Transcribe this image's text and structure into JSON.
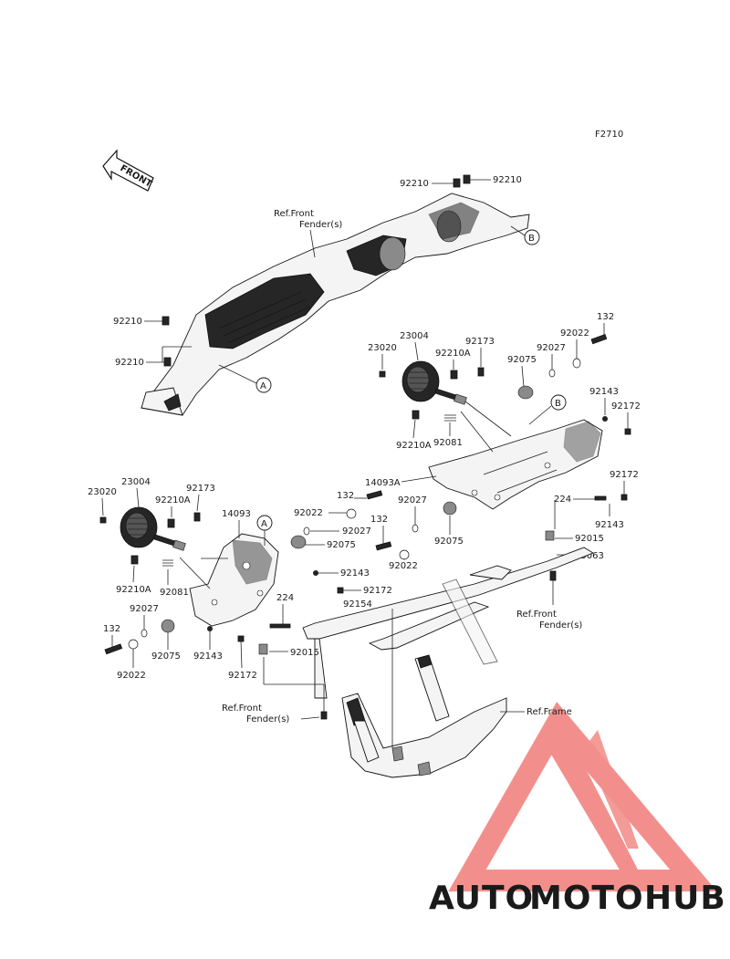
{
  "figure_id": "F2710",
  "front_arrow_label": "FRONT",
  "part_labels": [
    {
      "id": "p1",
      "text": "92210"
    },
    {
      "id": "p2",
      "text": "92210"
    },
    {
      "id": "p3",
      "text": "92210"
    },
    {
      "id": "p4",
      "text": "92210"
    },
    {
      "id": "p5",
      "text": "23004"
    },
    {
      "id": "p6",
      "text": "23020"
    },
    {
      "id": "p7",
      "text": "92173"
    },
    {
      "id": "p8",
      "text": "92210A"
    },
    {
      "id": "p9",
      "text": "92075"
    },
    {
      "id": "p10",
      "text": "92027"
    },
    {
      "id": "p11",
      "text": "92022"
    },
    {
      "id": "p12",
      "text": "132"
    },
    {
      "id": "p13",
      "text": "92143"
    },
    {
      "id": "p14",
      "text": "92172"
    },
    {
      "id": "p15",
      "text": "92210A"
    },
    {
      "id": "p16",
      "text": "92081"
    },
    {
      "id": "p17",
      "text": "14093A"
    },
    {
      "id": "p18",
      "text": "92172"
    },
    {
      "id": "p19",
      "text": "224"
    },
    {
      "id": "p20",
      "text": "92143"
    },
    {
      "id": "p21",
      "text": "132"
    },
    {
      "id": "p22",
      "text": "92027"
    },
    {
      "id": "p23",
      "text": "92022"
    },
    {
      "id": "p24",
      "text": "132"
    },
    {
      "id": "p25",
      "text": "92075"
    },
    {
      "id": "p26",
      "text": "92022"
    },
    {
      "id": "p27",
      "text": "92015"
    },
    {
      "id": "p28",
      "text": "35063"
    },
    {
      "id": "p29",
      "text": "23020"
    },
    {
      "id": "p30",
      "text": "23004"
    },
    {
      "id": "p31",
      "text": "92173"
    },
    {
      "id": "p32",
      "text": "92210A"
    },
    {
      "id": "p33",
      "text": "14093"
    },
    {
      "id": "p34",
      "text": "92027"
    },
    {
      "id": "p35",
      "text": "92075"
    },
    {
      "id": "p36",
      "text": "92143"
    },
    {
      "id": "p37",
      "text": "92172"
    },
    {
      "id": "p38",
      "text": "92210A"
    },
    {
      "id": "p39",
      "text": "92081"
    },
    {
      "id": "p40",
      "text": "224"
    },
    {
      "id": "p41",
      "text": "92154"
    },
    {
      "id": "p42",
      "text": "92027"
    },
    {
      "id": "p43",
      "text": "132"
    },
    {
      "id": "p44",
      "text": "92075"
    },
    {
      "id": "p45",
      "text": "92143"
    },
    {
      "id": "p46",
      "text": "92172"
    },
    {
      "id": "p47",
      "text": "92022"
    },
    {
      "id": "p48",
      "text": "92015"
    }
  ],
  "reference_labels": {
    "front_fender_top": [
      "Ref.Front",
      "Fender(s)"
    ],
    "front_fender_right": [
      "Ref.Front",
      "Fender(s)"
    ],
    "front_fender_bottom": [
      "Ref.Front",
      "Fender(s)"
    ],
    "frame": "Ref.Frame"
  },
  "callouts": {
    "a1": "A",
    "a2": "A",
    "b1": "B",
    "b2": "B"
  },
  "watermark": {
    "part1": "AUTO",
    "part2": "MOTO",
    "part3": "HUB",
    "color_accent": "#f07c78",
    "color_orange": "#f7b24a",
    "color_dark": "#6e6e6e"
  }
}
